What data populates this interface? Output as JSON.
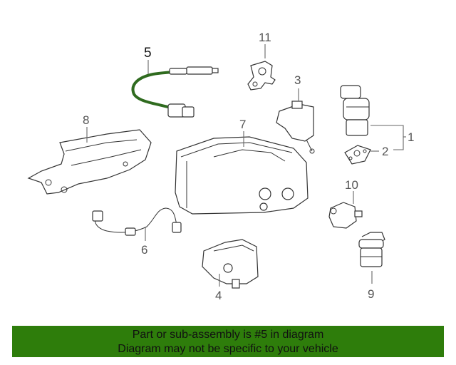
{
  "diagram": {
    "callouts": {
      "c1": "1",
      "c2": "2",
      "c3": "3",
      "c4": "4",
      "c5": "5",
      "c6": "6",
      "c7": "7",
      "c8": "8",
      "c9": "9",
      "c10": "10",
      "c11": "11"
    },
    "highlight_color": "#2f6b1f"
  },
  "banner": {
    "line1": "Part or sub-assembly is #5 in diagram",
    "line2": "Diagram may not be specific to your vehicle",
    "background": "#2e7d0b"
  }
}
